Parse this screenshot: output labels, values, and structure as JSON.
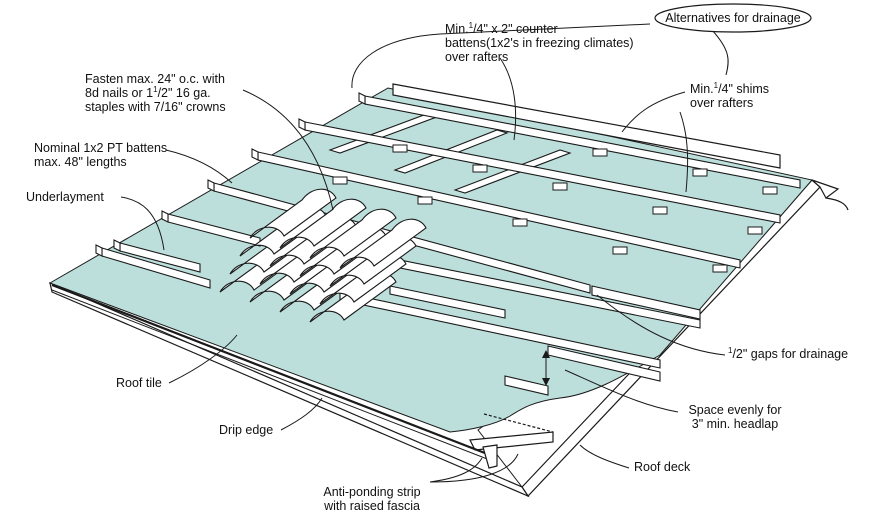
{
  "labels": {
    "alternatives": "Alternatives for drainage",
    "counter_battens": {
      "l1_pre": "Min.",
      "l1_sup": "1",
      "l1_post": "/4\" x 2\" counter",
      "l2": "battens(1x2's in freezing climates)",
      "l3": "over rafters"
    },
    "shims": {
      "l1_pre": "Min.",
      "l1_sup": "1",
      "l1_post": "/4\" shims",
      "l2": "over rafters"
    },
    "fasten": {
      "l1": "Fasten max. 24\" o.c. with",
      "l2_pre": "8d nails or 1",
      "l2_sup": "1",
      "l2_post": "/2\" 16 ga.",
      "l3": "staples with 7/16\" crowns"
    },
    "nominal": {
      "l1": "Nominal 1x2 PT battens",
      "l2": "max. 48\" lengths"
    },
    "underlayment": "Underlayment",
    "roof_tile": "Roof tile",
    "drip_edge": "Drip edge",
    "gaps": {
      "sup": "1",
      "post": "/2\" gaps for drainage"
    },
    "space": {
      "l1": "Space evenly for",
      "l2": "3\" min. headlap"
    },
    "roof_deck": "Roof deck",
    "anti_ponding": {
      "l1": "Anti-ponding strip",
      "l2": "with raised fascia"
    }
  },
  "colors": {
    "underlayment": "#bcdfdc",
    "deck": "#ffffff",
    "wood": "#ffffff",
    "line": "#1a1a1a"
  }
}
